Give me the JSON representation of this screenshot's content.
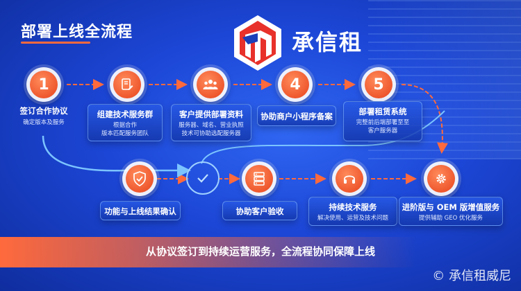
{
  "title": "部署上线全流程",
  "brand": {
    "name": "承信租"
  },
  "colors": {
    "accent": "#ff6a3d",
    "background": "#1c46d6",
    "line_blue": "#7cc4ff"
  },
  "steps": [
    {
      "num": "1",
      "title": "签订合作协议",
      "sub": "确定版本及服务",
      "icon": "number-badge"
    },
    {
      "title": "组建技术服务群",
      "sub1": "根据合作",
      "sub2": "版本匹配服务团队",
      "icon": "document-edit-icon"
    },
    {
      "title": "客户提供部署资料",
      "sub1": "服务器、域名、营业执照",
      "sub2": "技术可协助选配服务器",
      "icon": "people-icon"
    },
    {
      "num": "4",
      "title": "协助商户小程序备案",
      "icon": "number-badge"
    },
    {
      "num": "5",
      "title": "部署租赁系统",
      "sub1": "完整前后端部署至至",
      "sub2": "客户服务器",
      "icon": "number-badge"
    },
    {
      "title": "功能与上线结果确认",
      "icon": "shield-check-icon"
    },
    {
      "title": "",
      "icon": "check-icon"
    },
    {
      "title": "协助客户验收",
      "icon": "server-icon"
    },
    {
      "title": "持续技术服务",
      "sub": "解决使用、运营及技术问题",
      "icon": "headset-icon"
    },
    {
      "title": "进阶版与 OEM 版增值服务",
      "sub": "提供辅助 GEO 优化服务",
      "icon": "gear-icon"
    }
  ],
  "banner": "从协议签订到持续运营服务，全流程协同保障上线",
  "watermark": "© 承信租威尼"
}
